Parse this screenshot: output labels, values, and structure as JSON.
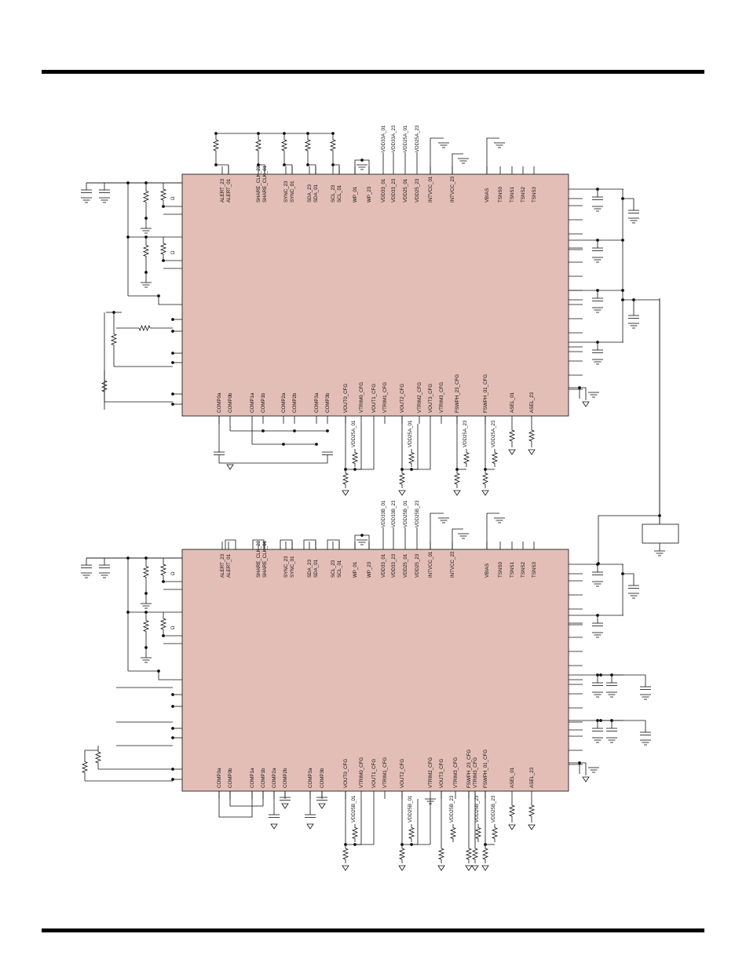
{
  "colors": {
    "chip_fill": "#e3beb7",
    "wire": "#111111",
    "rule": "#000000"
  },
  "chips": [
    {
      "name": "upper-controller",
      "top_pins": [
        "ALERT_23",
        "ALERT_01",
        "SHARE_CLK_23",
        "SHARE_CLK_01",
        "SYNC_23",
        "SYNC_01",
        "SDA_23",
        "SDA_01",
        "SCL_23",
        "SCL_01",
        "WP_01",
        "WP_23",
        "VDD33_01",
        "VDD33_23",
        "VDD25_01",
        "VDD25_23",
        "INTVCC_01",
        "INTVCC_23",
        "VBIAS",
        "TSNS0",
        "TSNS1",
        "TSNS2",
        "TSNS3"
      ],
      "top_outside": [
        "VDD33A_01",
        "VDD33A_23",
        "VDD25A_01",
        "VDD25A_23"
      ],
      "bottom_pins": [
        "COMP0a",
        "COMP0b",
        "COMP1a",
        "COMP1b",
        "COMP2a",
        "COMP2b",
        "COMP3a",
        "COMP3b",
        "VOUT0_CFG",
        "VTRIM0_CFG",
        "VOUT1_CFG",
        "VTRIM1_CFG",
        "VOUT2_CFG",
        "VTRIM2_CFG",
        "VOUT3_CFG",
        "VTRIM3_CFG",
        "FSWPH_23_CFG",
        "FSWPH_01_CFG",
        "ASEL_01",
        "ASEL_23"
      ],
      "bottom_outside": [
        "VDD25A_01",
        "VDD25A_01",
        "VDD25A_23",
        "VDD25A_23"
      ]
    },
    {
      "name": "lower-controller",
      "top_pins": [
        "ALERT_23",
        "ALERT_01",
        "SHARE_CLK_23",
        "SHARE_CLK_01",
        "SYNC_23",
        "SYNC_01",
        "SDA_23",
        "SDA_01",
        "SCL_23",
        "SCL_01",
        "WP_01",
        "WP_23",
        "VDD33_01",
        "VDD33_23",
        "VDD25_01",
        "VDD25_23",
        "INTVCC_01",
        "INTVCC_23",
        "VBIAS",
        "TSNS0",
        "TSNS1",
        "TSNS2",
        "TSNS3"
      ],
      "top_outside": [
        "VDD33B_01",
        "VDD33B_23",
        "VDD25B_01",
        "VDD25B_23"
      ],
      "bottom_pins": [
        "COMP0a",
        "COMP0b",
        "COMP1a",
        "COMP1b",
        "COMP2a",
        "COMP2b",
        "COMP3a",
        "COMP3b",
        "VOUT0_CFG",
        "VTRIM0_CFG",
        "VOUT1_CFG",
        "VTRIM1_CFG",
        "VOUT2_CFG",
        "VTRIM2_CFG",
        "VOUT3_CFG",
        "VTRIM3_CFG",
        "FSWPH_23_CFG",
        "VTRIM3_CFG",
        "FSWPH_01_CFG",
        "ASEL_01",
        "ASEL_23"
      ],
      "bottom_outside": [
        "VDD25B_01",
        "VDD25B_01",
        "VDD25B_23",
        "VDD25B_23",
        "VDD25B_23"
      ]
    }
  ],
  "resistor_label": "Ω"
}
